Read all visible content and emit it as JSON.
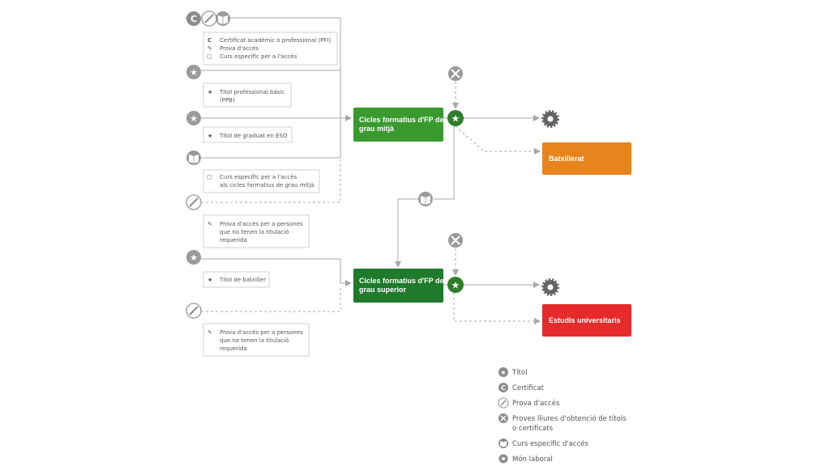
{
  "colors": {
    "line": "#a8a8a8",
    "icon": "#9a9a9a",
    "green_mid": "#3a9a30",
    "green_sup": "#1f7a2c",
    "orange": "#e8841c",
    "red": "#e52b2b",
    "node_green": "#2f7d2b",
    "gear": "#666666"
  },
  "boxes": {
    "mitja": [
      "Cicles formatius d'FP de",
      "grau mitjà"
    ],
    "superior": [
      "Cicles formatius d'FP de",
      "grau superior"
    ],
    "batxillerat": "Batxillerat",
    "universitaris": "Estudis universitaris"
  },
  "notes": {
    "n1": [
      "Certificat acadèmic o professional (PFI)",
      "Prova d'accés",
      "Curs específic per a l'accés"
    ],
    "n2": [
      "Títol professional bàsic",
      "(PPB)"
    ],
    "n3": [
      "Títol de graduat en ESO"
    ],
    "n4": [
      "Curs específic per a l'accés",
      "als cicles formatius de grau mitjà"
    ],
    "n5": [
      "Prova d'accés per a persones",
      "que no tenen la titulació",
      "requerida"
    ],
    "n6": [
      "Títol de batxiller"
    ],
    "n7": [
      "Prova d'accés per a persones",
      "que no tenen la titulació",
      "requerida"
    ]
  },
  "legend": {
    "titol": "Títol",
    "certificat": "Certificat",
    "prova": "Prova d'accés",
    "proves_lliures": [
      "Proves lliures d'obtenció de títols",
      "o certificats"
    ],
    "curs": "Curs específic d'accés",
    "mon_laboral": "Món laboral"
  },
  "icons": {
    "titol": "star-icon",
    "certificat": "c-certificate-icon",
    "prova": "pencil-icon",
    "proves_lliures": "crossed-tools-icon",
    "curs": "open-book-icon",
    "mon_laboral": "gear-icon"
  }
}
